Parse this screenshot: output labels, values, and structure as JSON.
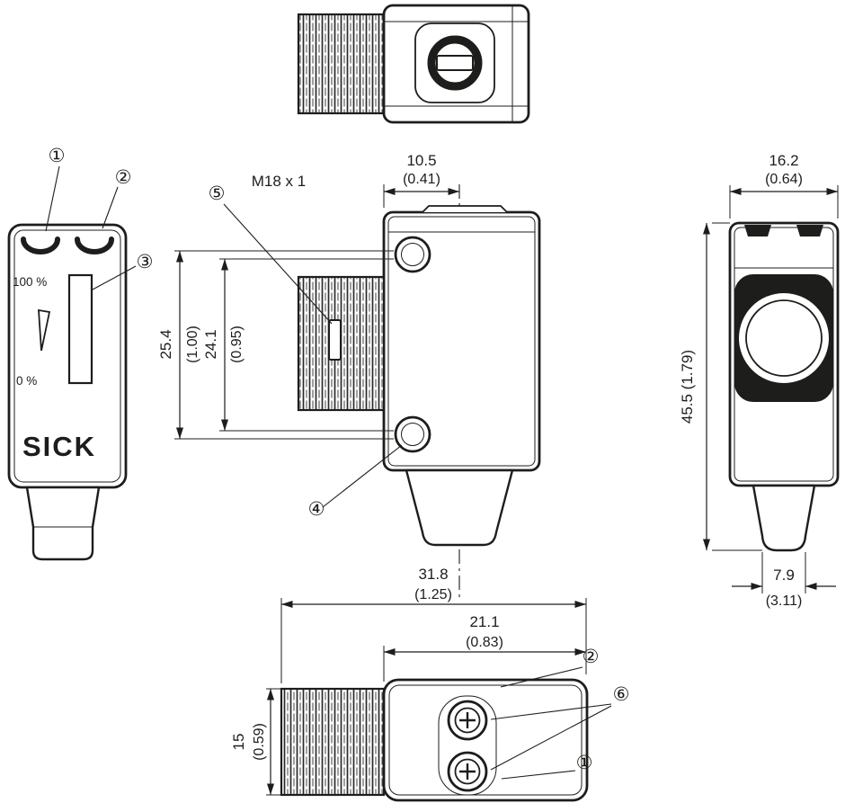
{
  "labels": {
    "thread_spec": "M18 x 1",
    "brand": "SICK",
    "scale_100": "100 %",
    "scale_0": "0 %"
  },
  "callouts": {
    "c1": "①",
    "c2": "②",
    "c3": "③",
    "c4": "④",
    "c5": "⑤",
    "c6": "⑥"
  },
  "dimensions": {
    "hole_offset": {
      "mm": "10.5",
      "inch": "(0.41)"
    },
    "hole_span_outer": {
      "mm": "25.4",
      "inch": "(1.00)"
    },
    "hole_span_inner": {
      "mm": "24.1",
      "inch": "(0.95)"
    },
    "housing_width": {
      "mm": "16.2",
      "inch": "(0.64)"
    },
    "housing_height": {
      "combined": "45.5 (1.79)"
    },
    "gland_width": {
      "mm": "7.9",
      "inch": "(3.11)"
    },
    "length_total": {
      "mm": "31.8",
      "inch": "(1.25)"
    },
    "length_body": {
      "mm": "21.1",
      "inch": "(0.83)"
    },
    "housing_depth": {
      "mm": "15",
      "inch": "(0.59)"
    }
  },
  "colors": {
    "line": "#1d1d1b",
    "background": "#ffffff"
  }
}
